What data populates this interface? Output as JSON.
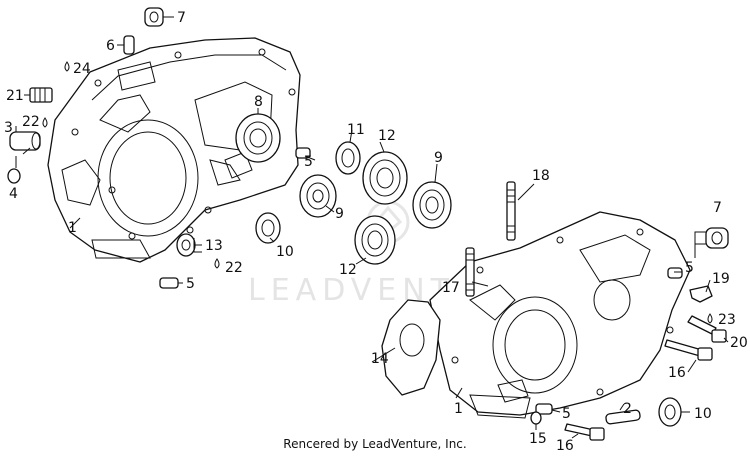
{
  "watermark": "LEADVENTURE",
  "footer": "Rencered by LeadVenture, Inc.",
  "callouts": {
    "c7a": "7",
    "c6": "6",
    "c24": "24",
    "c21": "21",
    "c3": "3",
    "c22a": "22",
    "c4": "4",
    "c1a": "1",
    "c8": "8",
    "c11": "11",
    "c12a": "12",
    "c9a": "9",
    "c5a": "5",
    "c9b": "9",
    "c10a": "10",
    "c12b": "12",
    "c13": "13",
    "c22b": "22",
    "c5b": "5",
    "c18": "18",
    "c7b": "7",
    "c17": "17",
    "c5c": "5",
    "c19": "19",
    "c23": "23",
    "c20": "20",
    "c14": "14",
    "c16a": "16",
    "c1b": "1",
    "c5d": "5",
    "c2": "2",
    "c10b": "10",
    "c15": "15",
    "c16b": "16"
  }
}
